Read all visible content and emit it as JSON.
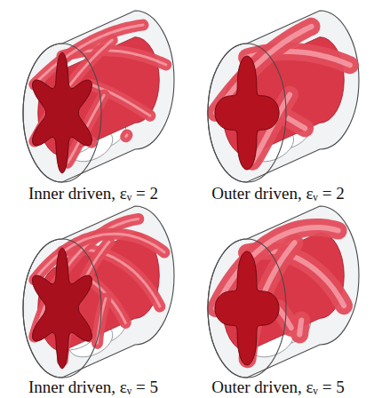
{
  "diagram": {
    "labels": [
      "Inner driven, εᵥ = 2",
      "Outer driven, εᵥ = 2",
      "Inner driven, εᵥ = 5",
      "Outer driven, εᵥ = 5"
    ]
  }
}
